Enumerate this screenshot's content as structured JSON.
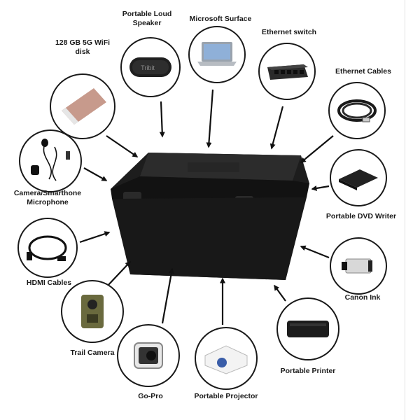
{
  "diagram": {
    "items": [
      {
        "id": "speaker",
        "label_lines": [
          "Portable Loud",
          "Speaker"
        ],
        "icon": "bluetooth-speaker-icon",
        "brand_text": "Tribit"
      },
      {
        "id": "surface",
        "label_lines": [
          "Microsoft Surface"
        ],
        "icon": "laptop-icon"
      },
      {
        "id": "switch",
        "label_lines": [
          "Ethernet switch"
        ],
        "icon": "network-switch-icon"
      },
      {
        "id": "ethernet",
        "label_lines": [
          "Ethernet Cables"
        ],
        "icon": "ethernet-cable-icon"
      },
      {
        "id": "disk",
        "label_lines": [
          "128 GB 5G WiFi",
          "disk"
        ],
        "icon": "wifi-disk-icon"
      },
      {
        "id": "mic",
        "label_lines": [
          "Camera/Smarthone",
          "Microphone"
        ],
        "icon": "lavalier-microphone-icon"
      },
      {
        "id": "dvd",
        "label_lines": [
          "Portable DVD Writer"
        ],
        "icon": "dvd-writer-icon"
      },
      {
        "id": "hdmi",
        "label_lines": [
          "HDMI Cables"
        ],
        "icon": "hdmi-cable-icon"
      },
      {
        "id": "ink",
        "label_lines": [
          "Canon Ink"
        ],
        "icon": "ink-cartridge-icon"
      },
      {
        "id": "trail",
        "label_lines": [
          "Trail Camera"
        ],
        "icon": "trail-camera-icon"
      },
      {
        "id": "printer",
        "label_lines": [
          "Portable Printer"
        ],
        "icon": "portable-printer-icon"
      },
      {
        "id": "gopro",
        "label_lines": [
          "Go-Pro"
        ],
        "icon": "action-camera-icon"
      },
      {
        "id": "projector",
        "label_lines": [
          "Portable Projector"
        ],
        "icon": "projector-icon"
      }
    ],
    "center": {
      "icon": "hard-case-icon"
    },
    "colors": {
      "circle_stroke": "#1a1a1a",
      "arrow": "#111111",
      "case_body": "#1c1c1c"
    }
  }
}
